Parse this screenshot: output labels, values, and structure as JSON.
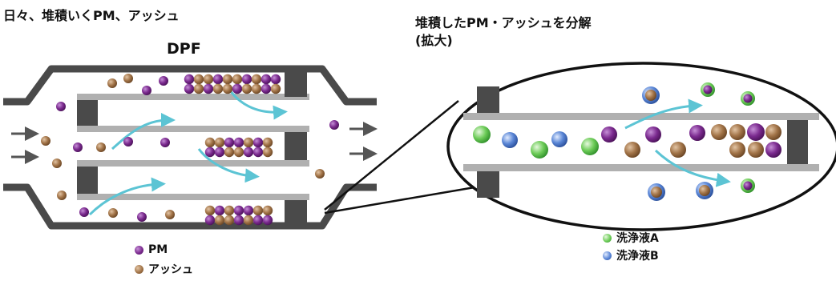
{
  "text": {
    "title_left": "日々、堆積いくPM、アッシュ",
    "title_right_line1": "堆積したPM・アッシュを分解",
    "title_right_line2": "(拡大)",
    "dpf_label": "DPF"
  },
  "legend": [
    {
      "id": "pm",
      "label": "PM",
      "color": "#7b2a8f"
    },
    {
      "id": "ash",
      "label": "アッシュ",
      "color": "#9b6a3e"
    },
    {
      "id": "wash_a",
      "label": "洗浄液A",
      "color": "#5cc04a"
    },
    {
      "id": "wash_b",
      "label": "洗浄液B",
      "color": "#4a78c8"
    }
  ],
  "colors": {
    "housing": "#4a4a4a",
    "channel_wall": "#b0b0b0",
    "plug": "#4a4a4a",
    "flow_arrow": "#5cc4d4",
    "exhaust_arrow": "#555555"
  }
}
